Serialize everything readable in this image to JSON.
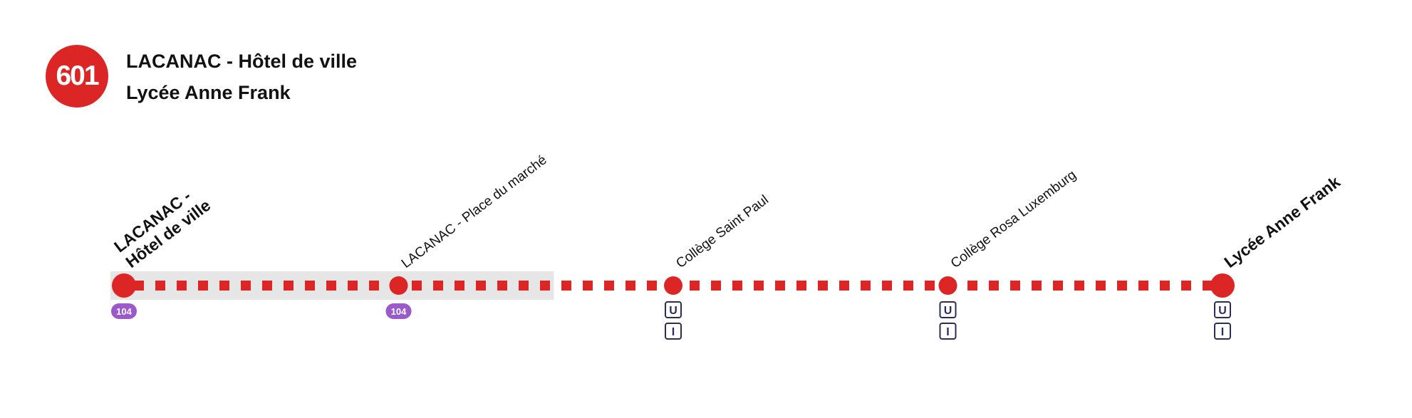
{
  "header": {
    "line_number": "601",
    "title_line1": "LACANAC - Hôtel de ville",
    "title_line2": "Lycée Anne Frank"
  },
  "colors": {
    "line": "#dc2626",
    "highlight": "#e6e6e6",
    "correspondence_badge": "#9b59c9",
    "service_icon": "#2b2b5c"
  },
  "stops": [
    {
      "name_lines": [
        "LACANAC -",
        "Hôtel de ville"
      ],
      "terminus": true,
      "badges": [
        "104"
      ],
      "services": []
    },
    {
      "name_lines": [
        "LACANAC - Place du marché"
      ],
      "terminus": false,
      "badges": [
        "104"
      ],
      "services": []
    },
    {
      "name_lines": [
        "Collège Saint Paul"
      ],
      "terminus": false,
      "badges": [],
      "services": [
        "U",
        "I"
      ]
    },
    {
      "name_lines": [
        "Collège Rosa Luxemburg"
      ],
      "terminus": false,
      "badges": [],
      "services": [
        "U",
        "I"
      ]
    },
    {
      "name_lines": [
        "Lycée Anne Frank"
      ],
      "terminus": true,
      "badges": [],
      "services": [
        "U",
        "I"
      ]
    }
  ],
  "highlighted_section": {
    "from_stop": 0,
    "to_stop": 1
  }
}
